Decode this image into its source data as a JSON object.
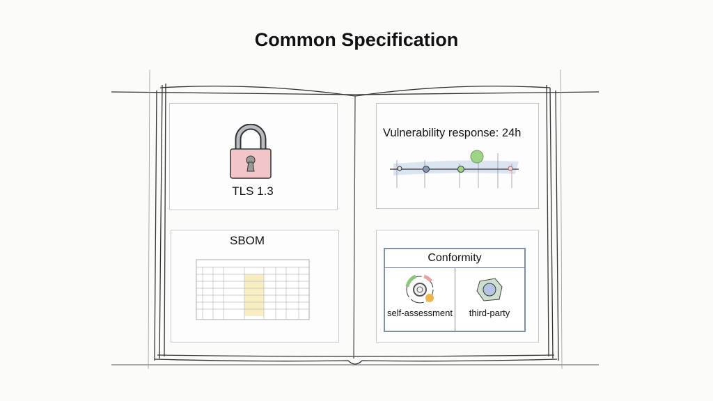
{
  "title": "Common Specification",
  "panels": {
    "tls": {
      "label": "TLS 1.3",
      "icon": "padlock-icon"
    },
    "vulnerability": {
      "label": "Vulnerability response: 24h",
      "icon": "timeline-icon"
    },
    "sbom": {
      "label": "SBOM",
      "icon": "spreadsheet-icon"
    },
    "conformity": {
      "label": "Conformity",
      "options": [
        "self-assessment",
        "third-party"
      ]
    }
  },
  "colors": {
    "lock": "#f2c6c8",
    "accent_green": "#9fd38a",
    "timeline_blue": "#c5d4ea",
    "table_highlight": "#f6e7a8"
  }
}
